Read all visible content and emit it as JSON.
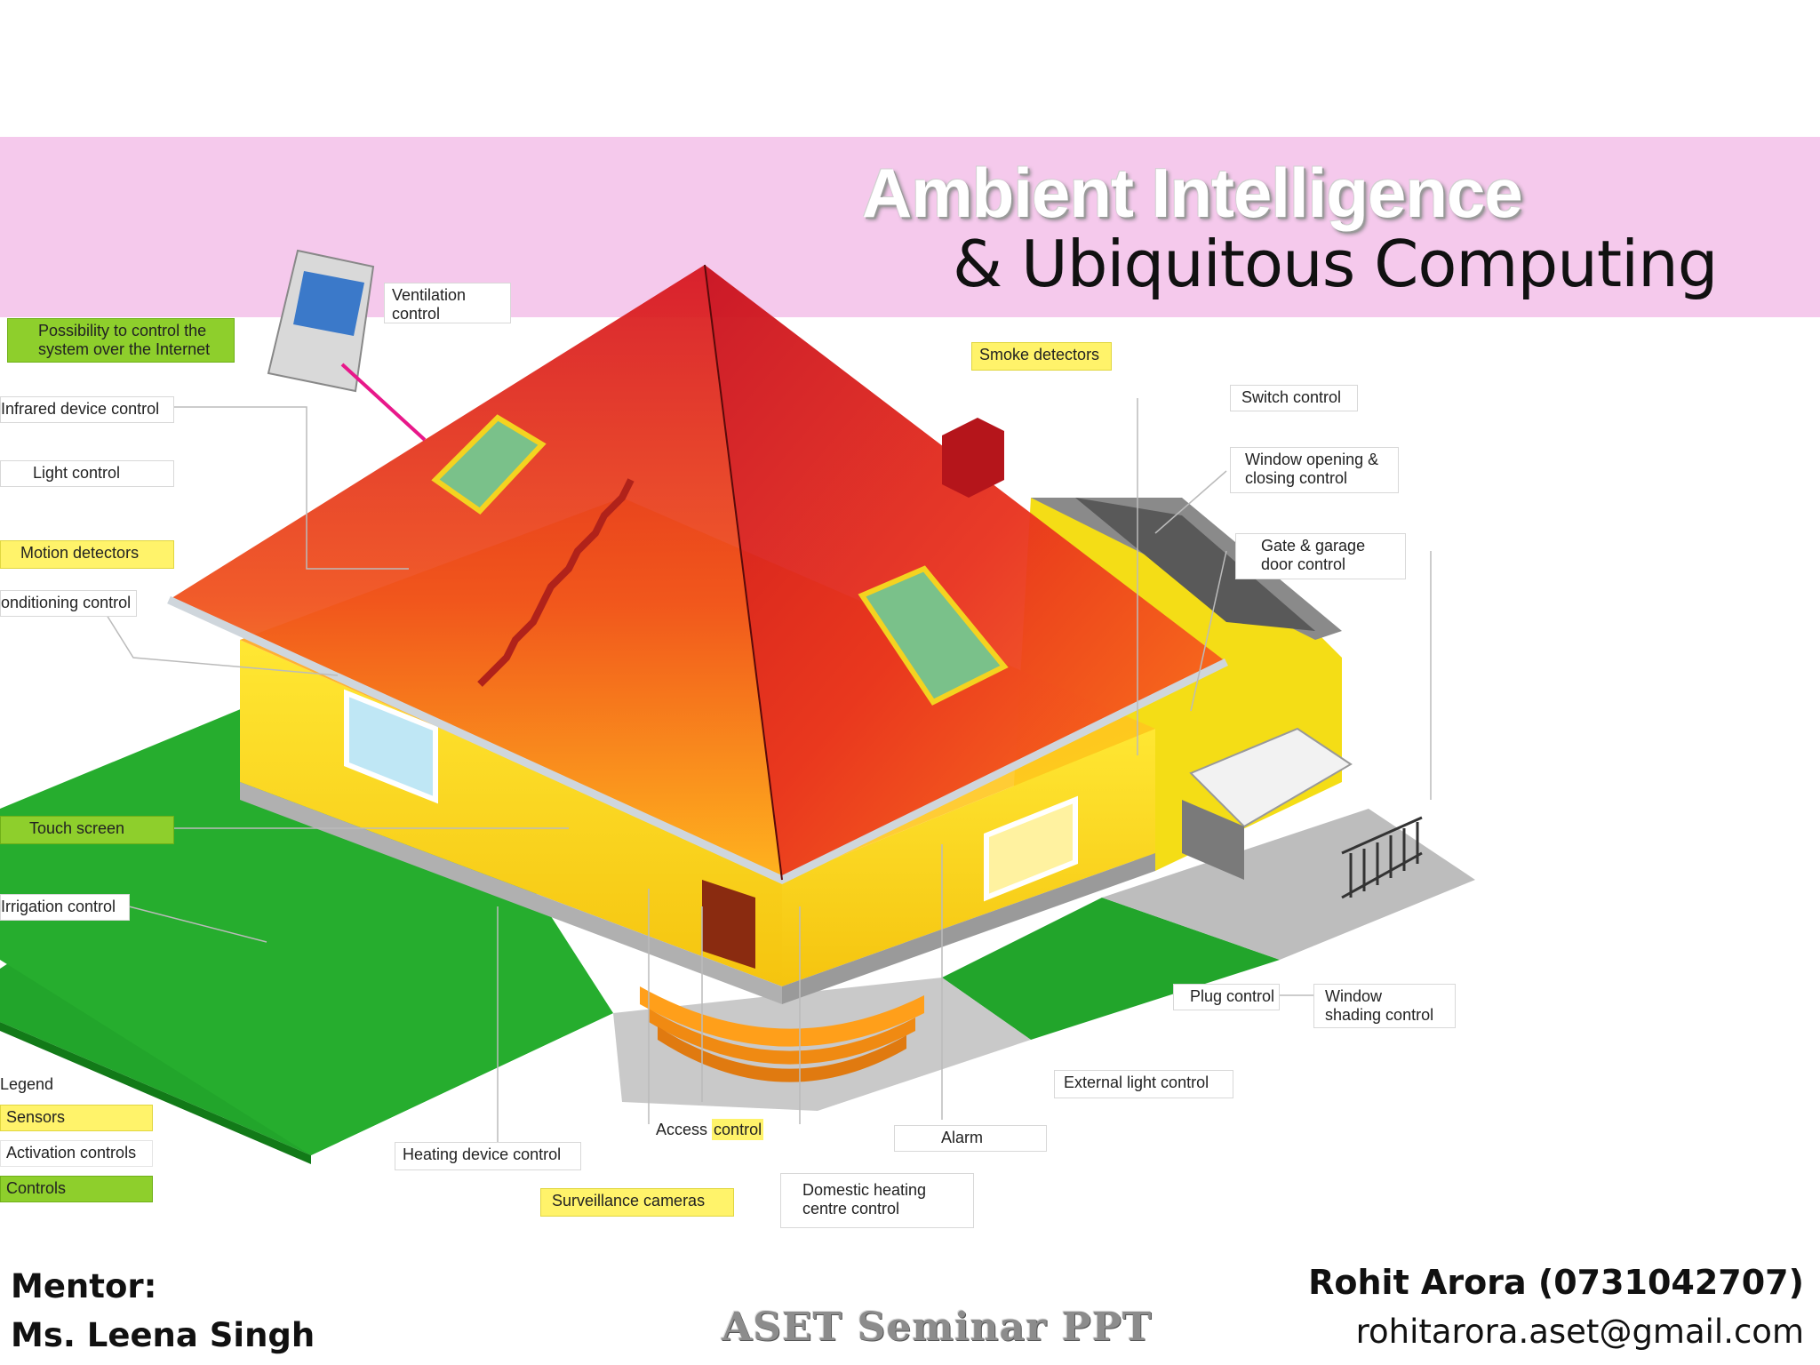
{
  "slide": {
    "title_line1": "Ambient Intelligence",
    "title_line2": "& Ubiquitous Computing"
  },
  "labels": {
    "ventilation": "Ventilation\ncontrol",
    "internet": "Possibility to control the\nsystem over the Internet",
    "infrared": "Infrared device control",
    "light": "Light control",
    "motion": "Motion detectors",
    "conditioning": "onditioning control",
    "smoke": "Smoke detectors",
    "switch": "Switch control",
    "window_open": "Window opening &\nclosing control",
    "gate": "Gate & garage\ndoor control",
    "touch": "Touch screen",
    "irrigation": "Irrigation control",
    "plug": "Plug control",
    "window_shade": "Window\nshading control",
    "external_light": "External light control",
    "access_a": "Access",
    "access_b": "control",
    "alarm": "Alarm",
    "heating": "Heating device control",
    "surveillance": "Surveillance cameras",
    "domestic_heating": "Domestic heating\ncentre control"
  },
  "legend": {
    "title": "Legend",
    "sensors": "Sensors",
    "activation": "Activation controls",
    "controls": "Controls"
  },
  "footer": {
    "mentor_label": "Mentor:",
    "mentor_name": "Ms. Leena Singh",
    "center": "ASET Seminar PPT",
    "author": "Rohit Arora (0731042707)",
    "email": "rohitarora.aset@gmail.com"
  },
  "colors": {
    "band": "#f5c9ec",
    "roof_top": "#d8141e",
    "roof_bottom": "#ff8a1a",
    "walls": "#f7e21a",
    "lawn": "#21a32a",
    "sensor_label": "#fff36a",
    "control_label": "#8ecf2c"
  }
}
